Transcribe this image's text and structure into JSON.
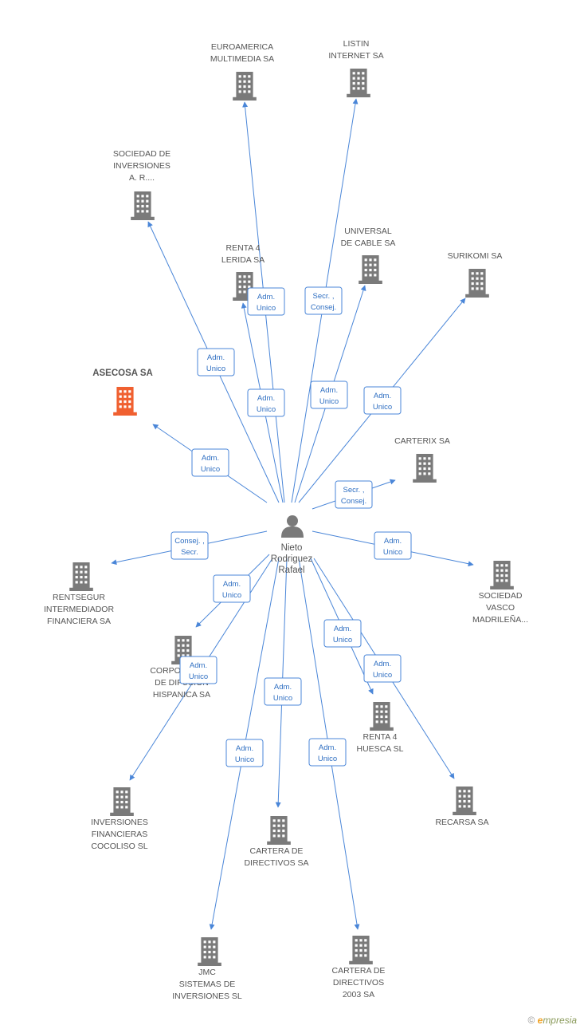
{
  "center": {
    "name": [
      "Nieto",
      "Rodriguez",
      "Rafael"
    ]
  },
  "colors": {
    "edge": "#4a86d8",
    "building": "#7a7a7a",
    "highlight": "#f06030"
  },
  "companies": [
    {
      "id": "euroamerica",
      "label": [
        "EUROAMERICA",
        "MULTIMEDIA SA"
      ],
      "role": [
        "Adm.",
        "Unico"
      ]
    },
    {
      "id": "listin",
      "label": [
        "LISTIN",
        "INTERNET SA"
      ],
      "role": [
        "Secr. ,",
        "Consej."
      ]
    },
    {
      "id": "sociedad-inversiones",
      "label": [
        "SOCIEDAD DE",
        "INVERSIONES",
        "A. R...."
      ],
      "role": [
        "Adm.",
        "Unico"
      ]
    },
    {
      "id": "renta4-lerida",
      "label": [
        "RENTA 4",
        "LERIDA SA"
      ],
      "role": [
        "Adm.",
        "Unico"
      ]
    },
    {
      "id": "universal-cable",
      "label": [
        "UNIVERSAL",
        "DE CABLE SA"
      ],
      "role": [
        "Adm.",
        "Unico"
      ]
    },
    {
      "id": "surikomi",
      "label": [
        "SURIKOMI SA"
      ],
      "role": [
        "Adm.",
        "Unico"
      ]
    },
    {
      "id": "asecosa",
      "label": [
        "ASECOSA SA"
      ],
      "role": [
        "Adm.",
        "Unico"
      ],
      "highlight": true
    },
    {
      "id": "carterix",
      "label": [
        "CARTERIX SA"
      ],
      "role": [
        "Secr. ,",
        "Consej."
      ]
    },
    {
      "id": "rentsegur",
      "label": [
        "RENTSEGUR",
        "INTERMEDIADOR",
        "FINANCIERA SA"
      ],
      "role": [
        "Consej. ,",
        "Secr."
      ]
    },
    {
      "id": "sociedad-vasco",
      "label": [
        "SOCIEDAD",
        "VASCO",
        "MADRILEÑA..."
      ],
      "role": [
        "Adm.",
        "Unico"
      ]
    },
    {
      "id": "corporacion",
      "label": [
        "CORPORACION",
        "DE DIFUSION",
        "HISPANICA SA"
      ],
      "role": [
        "Adm.",
        "Unico"
      ]
    },
    {
      "id": "renta4-huesca",
      "label": [
        "RENTA 4",
        "HUESCA SL"
      ],
      "role": [
        "Adm.",
        "Unico"
      ]
    },
    {
      "id": "inversiones-cocoliso",
      "label": [
        "INVERSIONES",
        "FINANCIERAS",
        "COCOLISO SL"
      ],
      "role": [
        "Adm.",
        "Unico"
      ]
    },
    {
      "id": "recarsa",
      "label": [
        "RECARSA SA"
      ],
      "role": [
        "Adm.",
        "Unico"
      ]
    },
    {
      "id": "cartera-directivos",
      "label": [
        "CARTERA DE",
        "DIRECTIVOS SA"
      ],
      "role": [
        "Adm.",
        "Unico"
      ]
    },
    {
      "id": "jmc",
      "label": [
        "JMC",
        "SISTEMAS DE",
        "INVERSIONES SL"
      ],
      "role": [
        "Adm.",
        "Unico"
      ]
    },
    {
      "id": "cartera-2003",
      "label": [
        "CARTERA DE",
        "DIRECTIVOS",
        "2003 SA"
      ],
      "role": [
        "Adm.",
        "Unico"
      ]
    }
  ],
  "brand": {
    "copyright": "©",
    "first": "e",
    "rest": "mpresia"
  }
}
